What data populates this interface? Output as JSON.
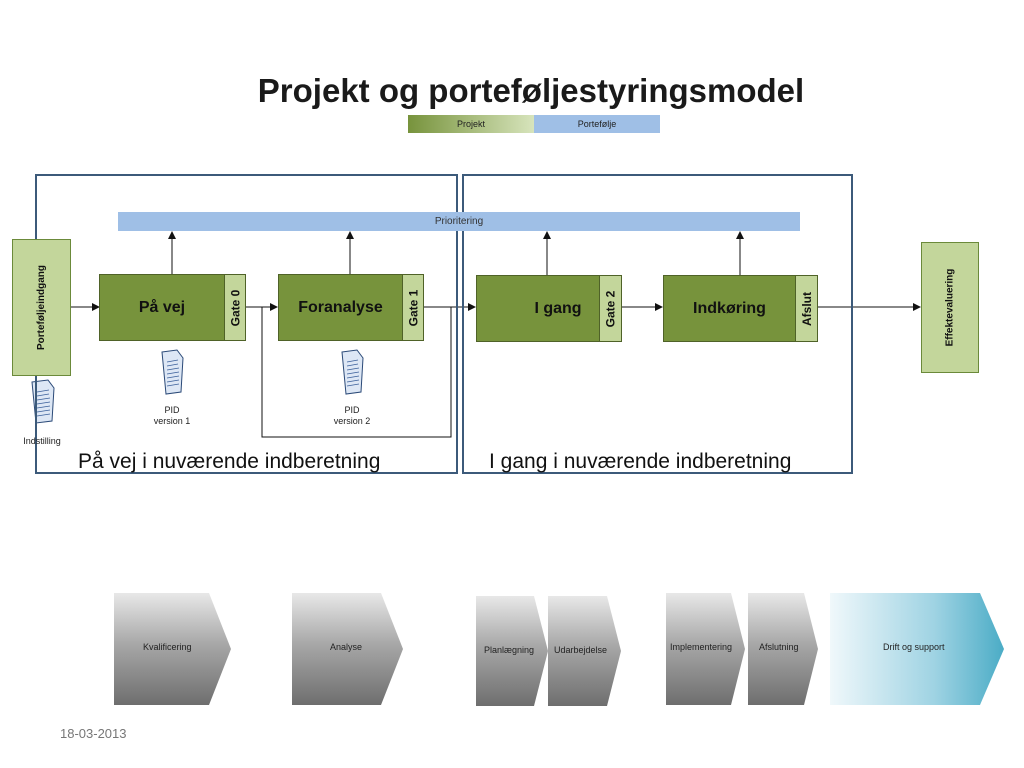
{
  "title": "Projekt og porteføljestyringsmodel",
  "legend": {
    "projekt": "Projekt",
    "portefolje": "Portefølje"
  },
  "prioritering": "Prioritering",
  "portefoljeindgang": "Porteføljeindgang",
  "indstilling": "Indstilling",
  "stages": {
    "pa_vej": "På vej",
    "gate0": "Gate 0",
    "foranalyse": "Foranalyse",
    "gate1": "Gate 1",
    "i_gang": "I gang",
    "gate2": "Gate 2",
    "indkoring": "Indkøring",
    "afslut": "Afslut"
  },
  "effektevaluering": "Effektevaluering",
  "pid1": {
    "line1": "PID",
    "line2": "version 1"
  },
  "pid2": {
    "line1": "PID",
    "line2": "version 2"
  },
  "frame_labels": {
    "left": "På vej i nuværende indberetning",
    "right": "I gang i nuværende indberetning"
  },
  "chevrons": [
    "Kvalificering",
    "Analyse",
    "Planlægning",
    "Udarbejdelse",
    "Implementering",
    "Afslutning",
    "Drift og support"
  ],
  "date": "18-03-2013",
  "colors": {
    "green": "#77933c",
    "light_green": "#c3d69b",
    "blue": "#9fbfe6",
    "frame": "#3c5a7a",
    "teal": "#4bacc6"
  }
}
